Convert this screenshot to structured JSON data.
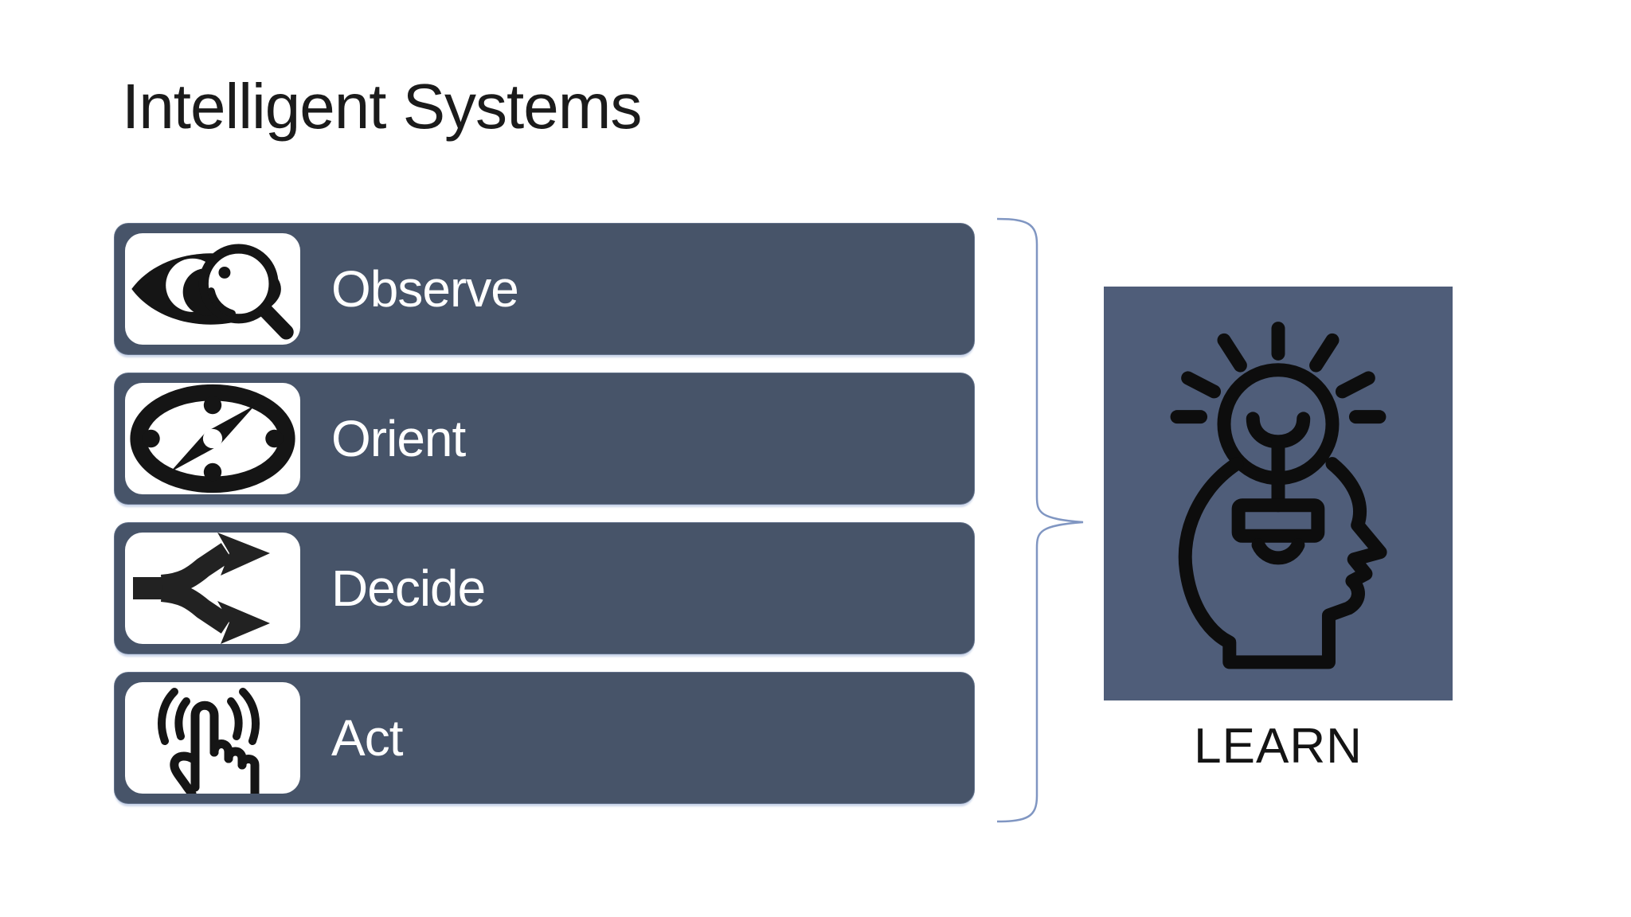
{
  "slide": {
    "title": "Intelligent Systems"
  },
  "ooda": {
    "steps": [
      {
        "label": "Observe",
        "icon": "eye-magnifier-icon"
      },
      {
        "label": "Orient",
        "icon": "compass-icon"
      },
      {
        "label": "Decide",
        "icon": "split-arrows-icon"
      },
      {
        "label": "Act",
        "icon": "tap-finger-icon"
      }
    ]
  },
  "learn": {
    "label": "LEARN",
    "icon": "head-lightbulb-icon"
  },
  "colors": {
    "background": "#FFFFFF",
    "bar_fill": "#475469",
    "bar_label_text": "#FFFFFF",
    "tile_background": "#FFFFFF",
    "icon_ink": "#151515",
    "title_text": "#1B1B1B",
    "learn_box_fill": "#4F5D79",
    "learn_label_text": "#141414",
    "brace_line": "#8096C2"
  }
}
